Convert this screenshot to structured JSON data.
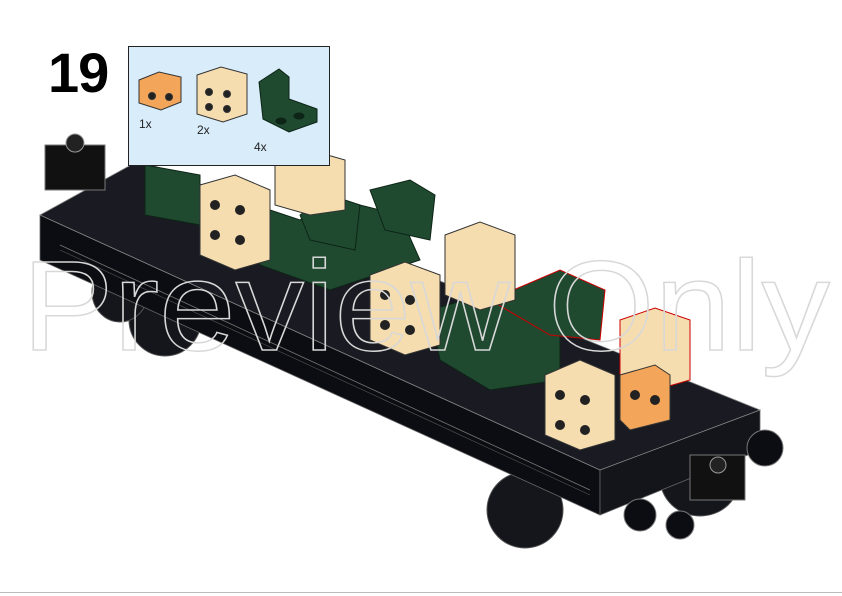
{
  "step": {
    "number": "19"
  },
  "parts_list": {
    "background": "#d8ecfa",
    "items": [
      {
        "part": "brick-1x2-studs-on-side",
        "color": "#f3a55a",
        "quantity": "1x"
      },
      {
        "part": "brick-2x2-studs-on-side",
        "color": "#f5ddb0",
        "quantity": "2x"
      },
      {
        "part": "seat-2x2",
        "color": "#1f4a30",
        "quantity": "4x"
      }
    ]
  },
  "watermark": {
    "text": "Preview Only"
  },
  "colors": {
    "chassis": "#0c0d12",
    "seat": "#1f4a30",
    "tan": "#f5ddb0",
    "orange": "#f3a55a"
  }
}
